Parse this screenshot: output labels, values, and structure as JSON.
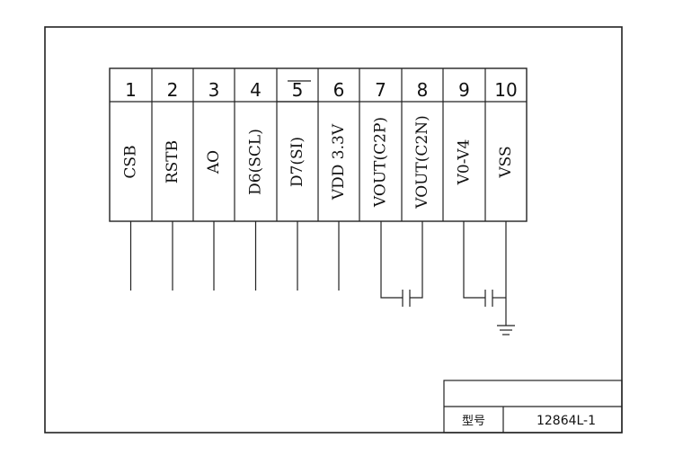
{
  "pins": [
    {
      "number": "1",
      "signal": "CSB"
    },
    {
      "number": "2",
      "signal": "RSTB"
    },
    {
      "number": "3",
      "signal": "AO"
    },
    {
      "number": "4",
      "signal": "D6(SCL)"
    },
    {
      "number": "5",
      "signal": "D7(SI)"
    },
    {
      "number": "6",
      "signal": "VDD  3.3V"
    },
    {
      "number": "7",
      "signal": "VOUT(C2P)"
    },
    {
      "number": "8",
      "signal": "VOUT(C2N)"
    },
    {
      "number": "9",
      "signal": "V0-V4"
    },
    {
      "number": "10",
      "signal": "VSS"
    }
  ],
  "title_block": {
    "model_label": "型号",
    "model_value": "12864L-1"
  }
}
